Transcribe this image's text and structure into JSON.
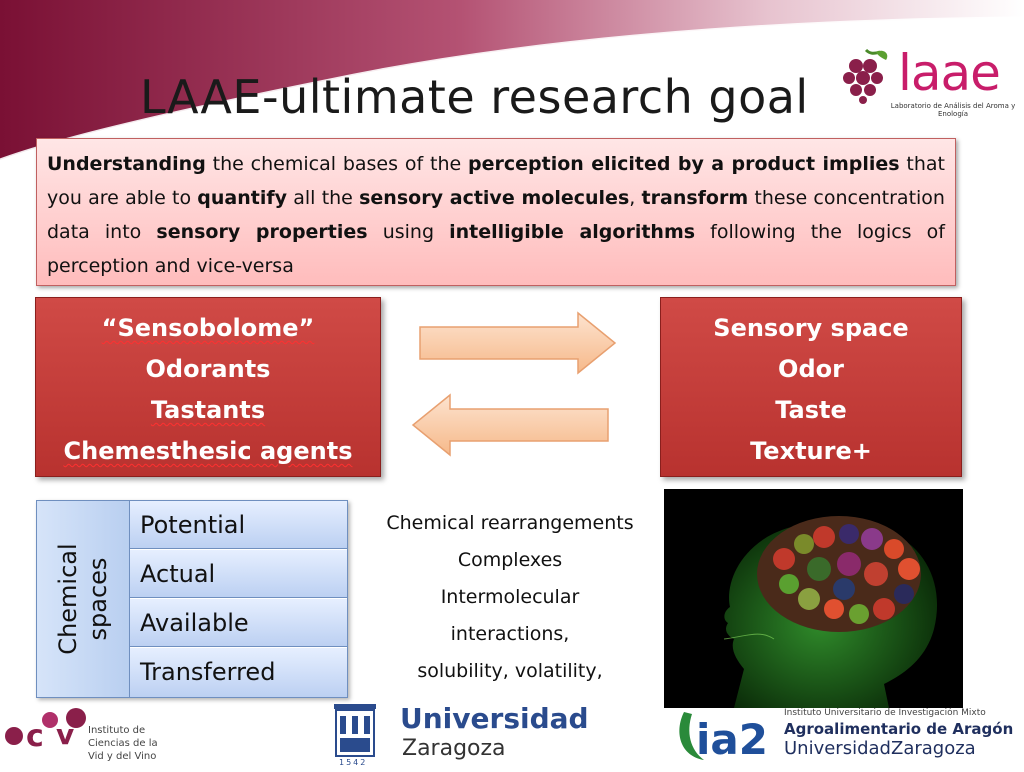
{
  "slide": {
    "title": "LAAE-ultimate research goal",
    "logo": {
      "word": "laae",
      "subtitle": "Laboratorio de Análisis del Aroma y Enología"
    },
    "definition": {
      "segments": [
        {
          "t": "Understanding",
          "b": true
        },
        {
          "t": " the chemical bases of the ",
          "b": false
        },
        {
          "t": "perception elicited by a product implies",
          "b": true
        },
        {
          "t": " that you are able to ",
          "b": false
        },
        {
          "t": "quantify",
          "b": true
        },
        {
          "t": " all the ",
          "b": false
        },
        {
          "t": "sensory active molecules",
          "b": true
        },
        {
          "t": ", ",
          "b": false
        },
        {
          "t": "transform",
          "b": true
        },
        {
          "t": " these concentration data into ",
          "b": false
        },
        {
          "t": "sensory properties",
          "b": true
        },
        {
          "t": " using ",
          "b": false
        },
        {
          "t": "intelligible algorithms",
          "b": true
        },
        {
          "t": " following the logics of perception and vice-versa",
          "b": false
        }
      ]
    },
    "left_box": [
      "“Sensobolome”",
      "Odorants",
      "Tastants",
      "Chemesthesic agents"
    ],
    "right_box": [
      "Sensory space",
      "Odor",
      "Taste",
      "Texture+"
    ],
    "chemical_spaces": {
      "header": "Chemical spaces",
      "rows": [
        "Potential",
        "Actual",
        "Available",
        "Transferred"
      ]
    },
    "middle_text": [
      "Chemical rearrangements",
      "Complexes",
      "Intermolecular",
      "interactions,",
      "solubility, volatility,"
    ],
    "footer": {
      "icvv": {
        "lines": [
          "Instituto de",
          "Ciencias de la",
          "Vid y del Vino"
        ]
      },
      "uz": {
        "line1": "Universidad",
        "line2": "Zaragoza",
        "year": "1542"
      },
      "ia2": {
        "mark": "ia2",
        "l1": "Instituto Universitario de Investigación Mixto",
        "l2": "Agroalimentario de Aragón",
        "l3a": "Universidad",
        "l3b": "Zaragoza"
      }
    },
    "colors": {
      "brand": "#c81d6a",
      "red_box": "#c03c39",
      "def_box": "#ffc8c8",
      "chem_blue": "#c8daf5",
      "arrow": "#fbc9a2"
    }
  }
}
